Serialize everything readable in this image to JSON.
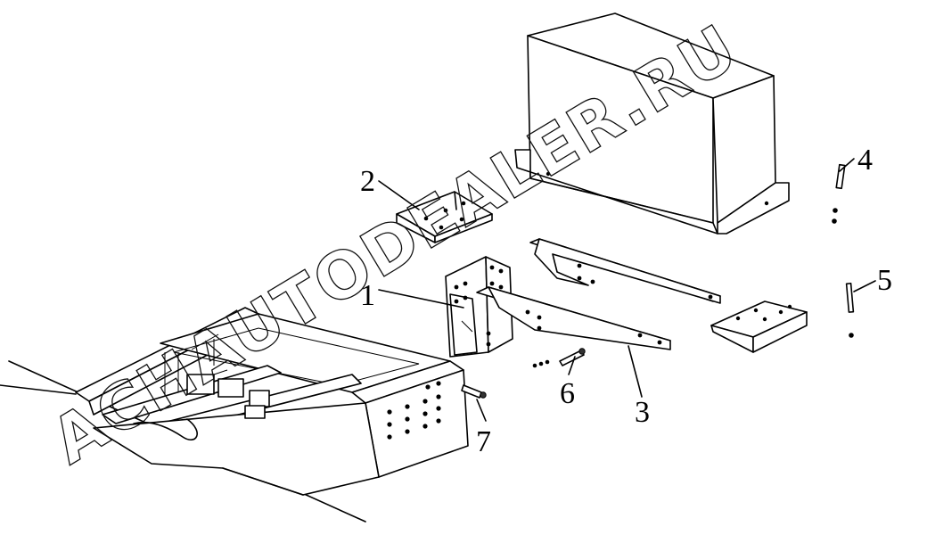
{
  "watermark": "ACHAUTODEALER.RU",
  "callouts": [
    {
      "id": "1",
      "label": "1"
    },
    {
      "id": "2",
      "label": "2"
    },
    {
      "id": "3",
      "label": "3"
    },
    {
      "id": "4",
      "label": "4"
    },
    {
      "id": "5",
      "label": "5"
    },
    {
      "id": "6",
      "label": "6"
    },
    {
      "id": "7",
      "label": "7"
    }
  ]
}
